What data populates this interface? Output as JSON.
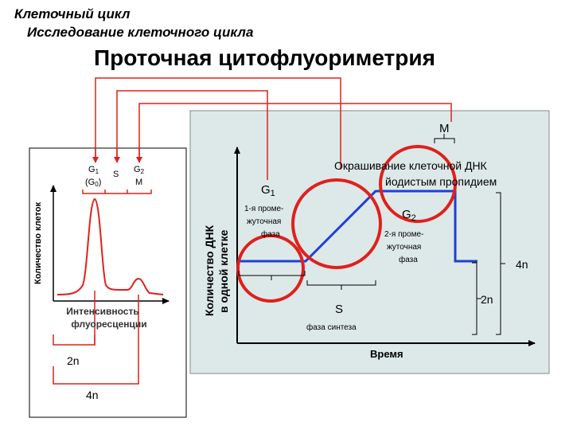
{
  "header": {
    "line1": "Клеточный цикл",
    "line2": "Исследование клеточного цикла",
    "title": "Проточная цитофлуориметрия"
  },
  "histogram": {
    "ylabel": "Количество клеток",
    "xlabel_line1": "Интенсивность",
    "xlabel_line2": "флуоресценции",
    "label_g1": "G",
    "label_g1_sub": "1",
    "label_g0": "(G",
    "label_g0_sub": "0",
    "label_g0_close": ")",
    "label_s": "S",
    "label_g2": "G",
    "label_g2_sub": "2",
    "label_m": "M",
    "bracket_2n": "2n",
    "bracket_4n": "4n"
  },
  "dna_chart": {
    "ylabel_line1": "Количество ДНК",
    "ylabel_line2": "в одной клетке",
    "xlabel": "Время",
    "stain_line1": "Окрашивание клеточной ДНК",
    "stain_line2": "йодистым пропидием",
    "m_label": "M",
    "g1_label": "G",
    "g1_sub": "1",
    "g1_desc_line1": "1-я проме-",
    "g1_desc_line2": "жуточная",
    "g1_desc_line3": "фаза",
    "g2_label": "G",
    "g2_sub": "2",
    "g2_desc_line1": "2-я проме-",
    "g2_desc_line2": "жуточная",
    "g2_desc_line3": "фаза",
    "s_label": "S",
    "s_desc": "фаза синтеза",
    "level_2n": "2n",
    "level_4n": "4n"
  },
  "colors": {
    "red": "#e0201c",
    "blue": "#1f3fd8",
    "panel_bg": "#dde9e8"
  }
}
